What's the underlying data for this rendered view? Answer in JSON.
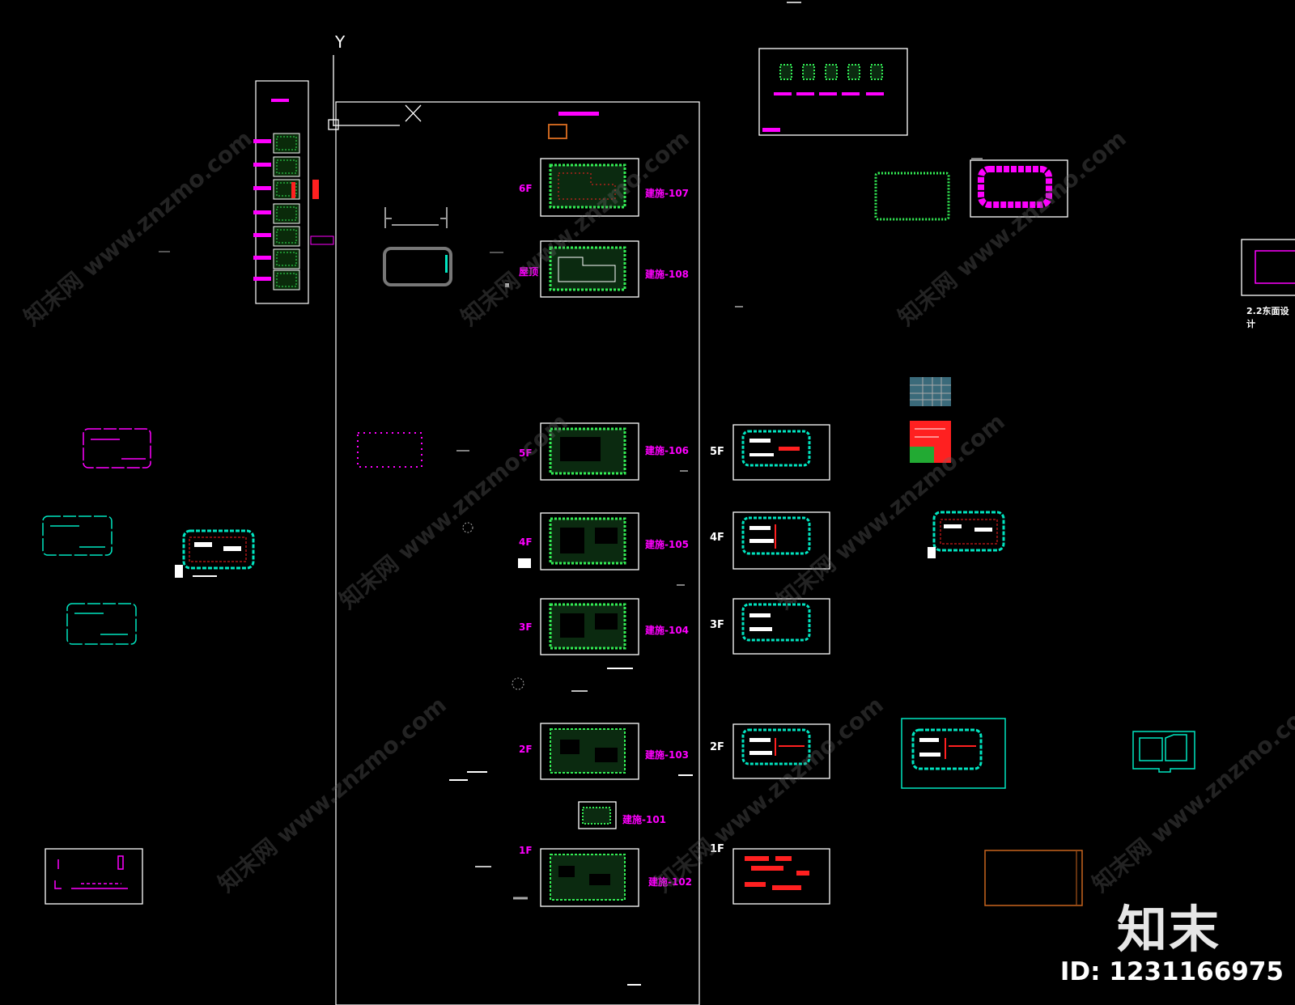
{
  "axis": {
    "y_label": "Y"
  },
  "left_floor_labels": [
    "6F",
    "屋顶",
    "5F",
    "4F",
    "3F",
    "2F",
    "1F"
  ],
  "sheet_labels": [
    "建施-107",
    "建施-108",
    "建施-106",
    "建施-105",
    "建施-104",
    "建施-103",
    "建施-101",
    "建施-102"
  ],
  "right_floor_labels": [
    "5F",
    "4F",
    "3F",
    "2F",
    "1F"
  ],
  "side_label": "2.2东面设计",
  "watermark": {
    "site": "知末网 www.znzmo.com",
    "logo": "知末",
    "id": "ID: 1231166975"
  },
  "colors": {
    "background": "#000000",
    "white": "#ffffff",
    "magenta": "#ff00ff",
    "green": "#22dd44",
    "cyan": "#00e5c0",
    "red": "#ff2020",
    "orange": "#c8641e"
  }
}
